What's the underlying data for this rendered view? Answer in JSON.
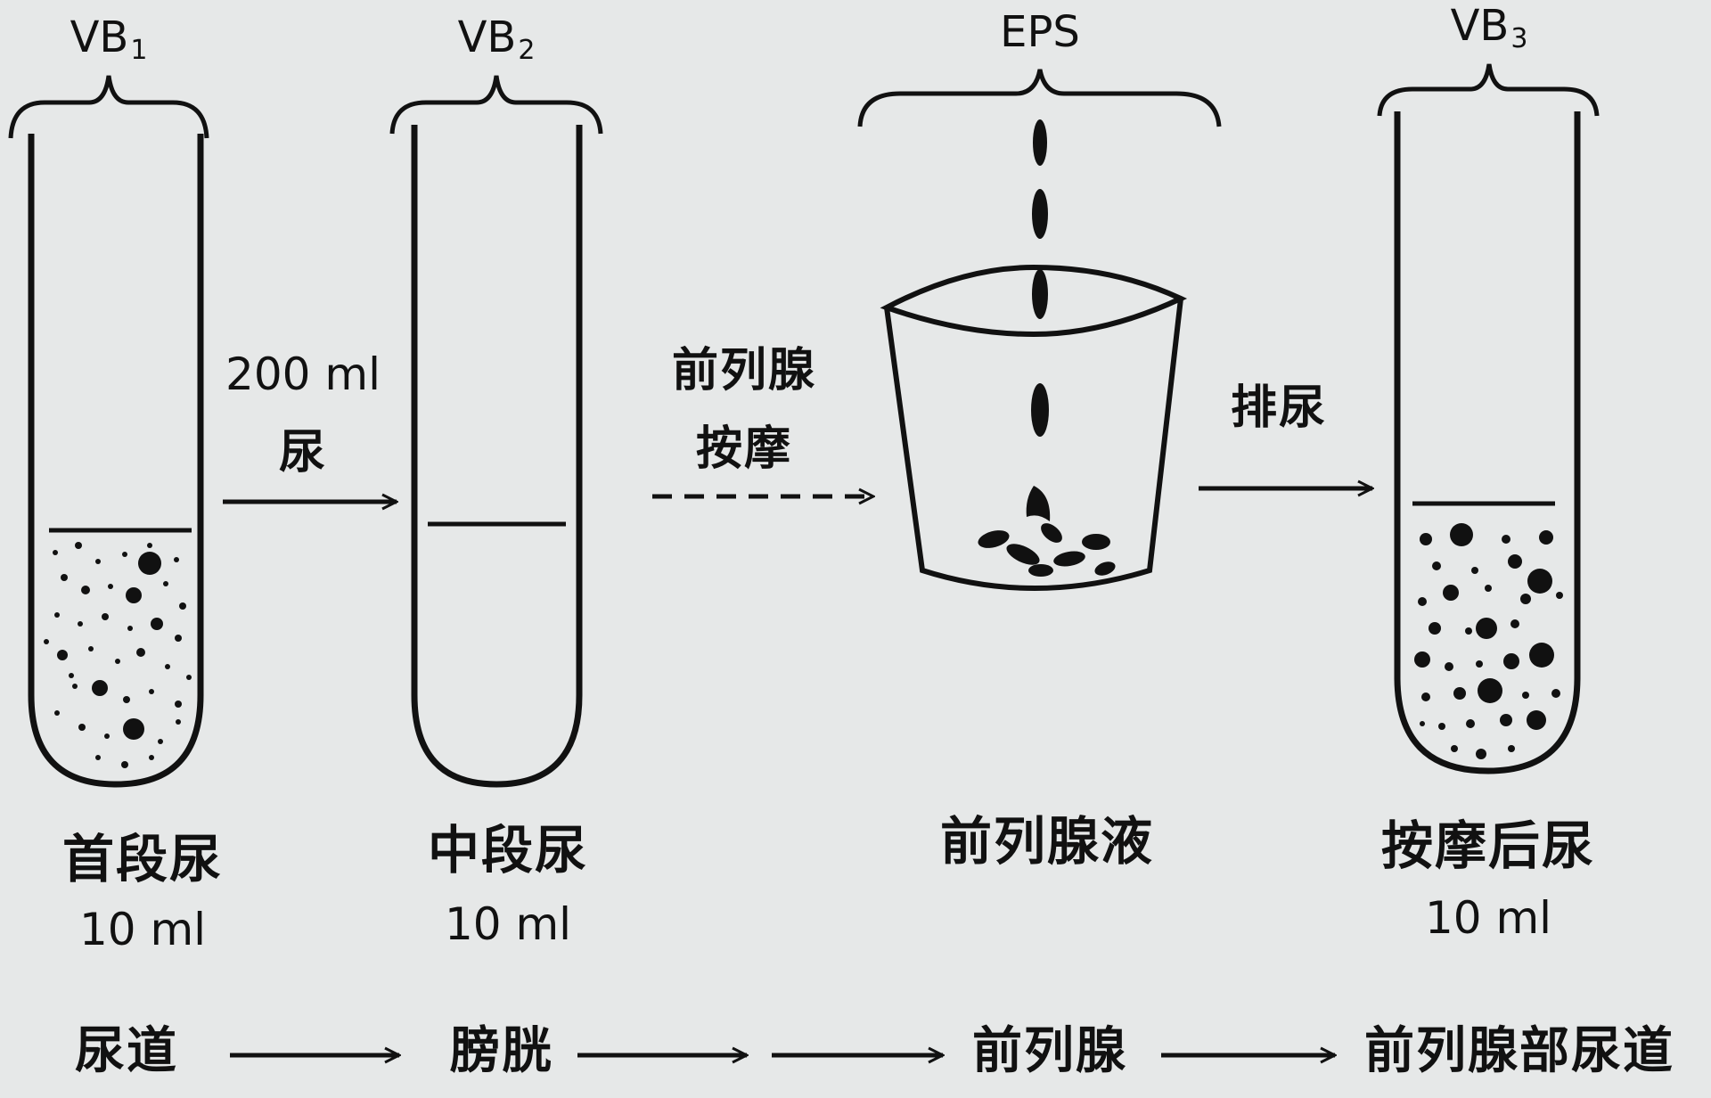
{
  "samples": [
    {
      "id": "vb1",
      "top_label": "VB",
      "top_sub": "1",
      "name": "首段尿",
      "volume": "10 ml"
    },
    {
      "id": "vb2",
      "top_label": "VB",
      "top_sub": "2",
      "name": "中段尿",
      "volume": "10 ml"
    },
    {
      "id": "eps",
      "top_label": "EPS",
      "top_sub": "",
      "name": "前列腺液",
      "volume": ""
    },
    {
      "id": "vb3",
      "top_label": "VB",
      "top_sub": "3",
      "name": "按摩后尿",
      "volume": "10 ml"
    }
  ],
  "steps": [
    {
      "line1": "200 ml",
      "line2": "尿",
      "style": "solid"
    },
    {
      "line1": "前列腺",
      "line2": "按摩",
      "style": "dashed"
    },
    {
      "line1": "排尿",
      "line2": "",
      "style": "solid"
    }
  ],
  "source_flow": [
    "尿道",
    "膀胱",
    "前列腺",
    "前列腺部尿道"
  ],
  "colors": {
    "background": "#e6e8e8",
    "ink": "#111111"
  }
}
